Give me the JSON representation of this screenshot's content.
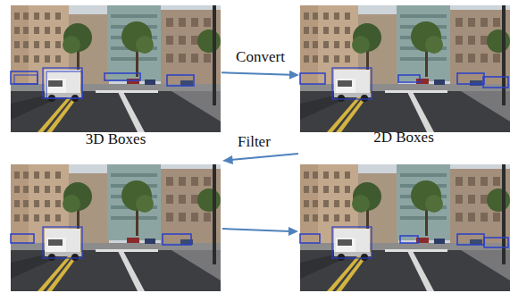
{
  "diagram": {
    "nodes": [
      {
        "text": [
          "3D Boxes"
        ]
      },
      {
        "text": [
          "2D Boxes"
        ]
      }
    ],
    "edges": [
      {
        "from": 0,
        "to": 1,
        "label": "Convert",
        "arrow": "to"
      }
    ],
    "labels": [
      "Filter"
    ]
  }
}
